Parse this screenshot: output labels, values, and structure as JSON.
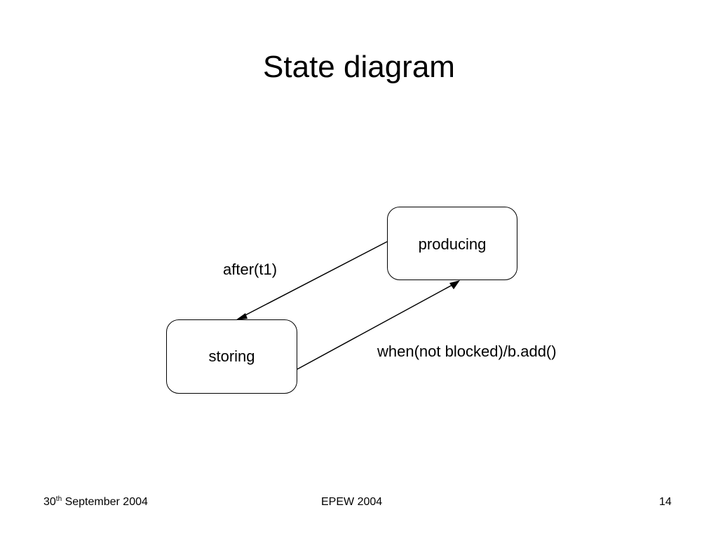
{
  "title": "State diagram",
  "states": {
    "producing": "producing",
    "storing": "storing"
  },
  "transitions": {
    "after": "after(t1)",
    "when": "when(not blocked)/b.add()"
  },
  "footer": {
    "date_day": "30",
    "date_suffix": "th",
    "date_rest": " September 2004",
    "event": "EPEW 2004",
    "page": "14"
  }
}
